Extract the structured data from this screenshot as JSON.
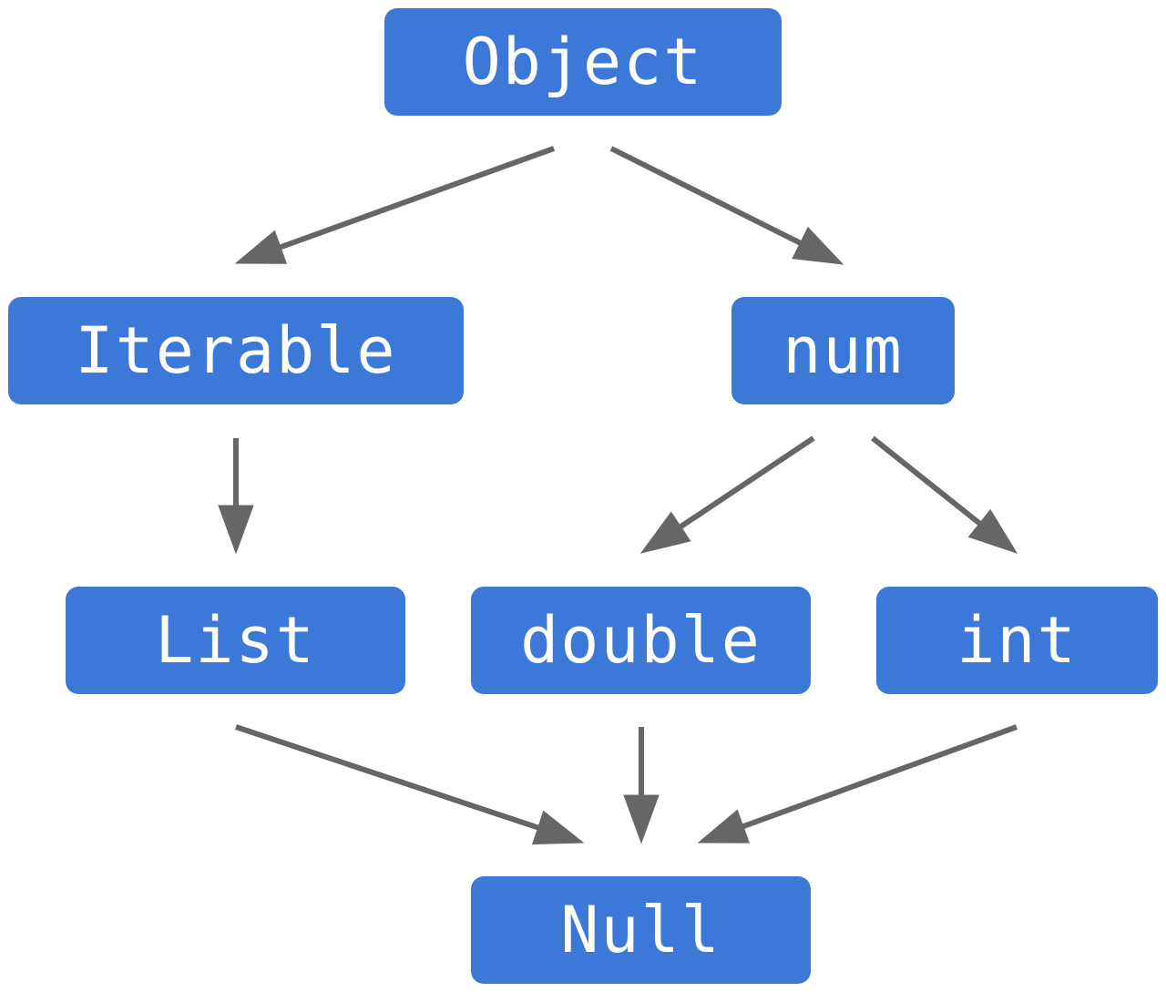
{
  "diagram": {
    "nodes": {
      "object": {
        "label": "Object"
      },
      "iterable": {
        "label": "Iterable"
      },
      "num": {
        "label": "num"
      },
      "list": {
        "label": "List"
      },
      "double": {
        "label": "double"
      },
      "int": {
        "label": "int"
      },
      "null": {
        "label": "Null"
      }
    },
    "edges": [
      {
        "from": "Object",
        "to": "Iterable"
      },
      {
        "from": "Object",
        "to": "num"
      },
      {
        "from": "Iterable",
        "to": "List"
      },
      {
        "from": "num",
        "to": "double"
      },
      {
        "from": "num",
        "to": "int"
      },
      {
        "from": "List",
        "to": "Null"
      },
      {
        "from": "double",
        "to": "Null"
      },
      {
        "from": "int",
        "to": "Null"
      }
    ],
    "colors": {
      "node_fill": "#3c78d8",
      "node_text": "#ffffff",
      "arrow": "#666666"
    }
  }
}
